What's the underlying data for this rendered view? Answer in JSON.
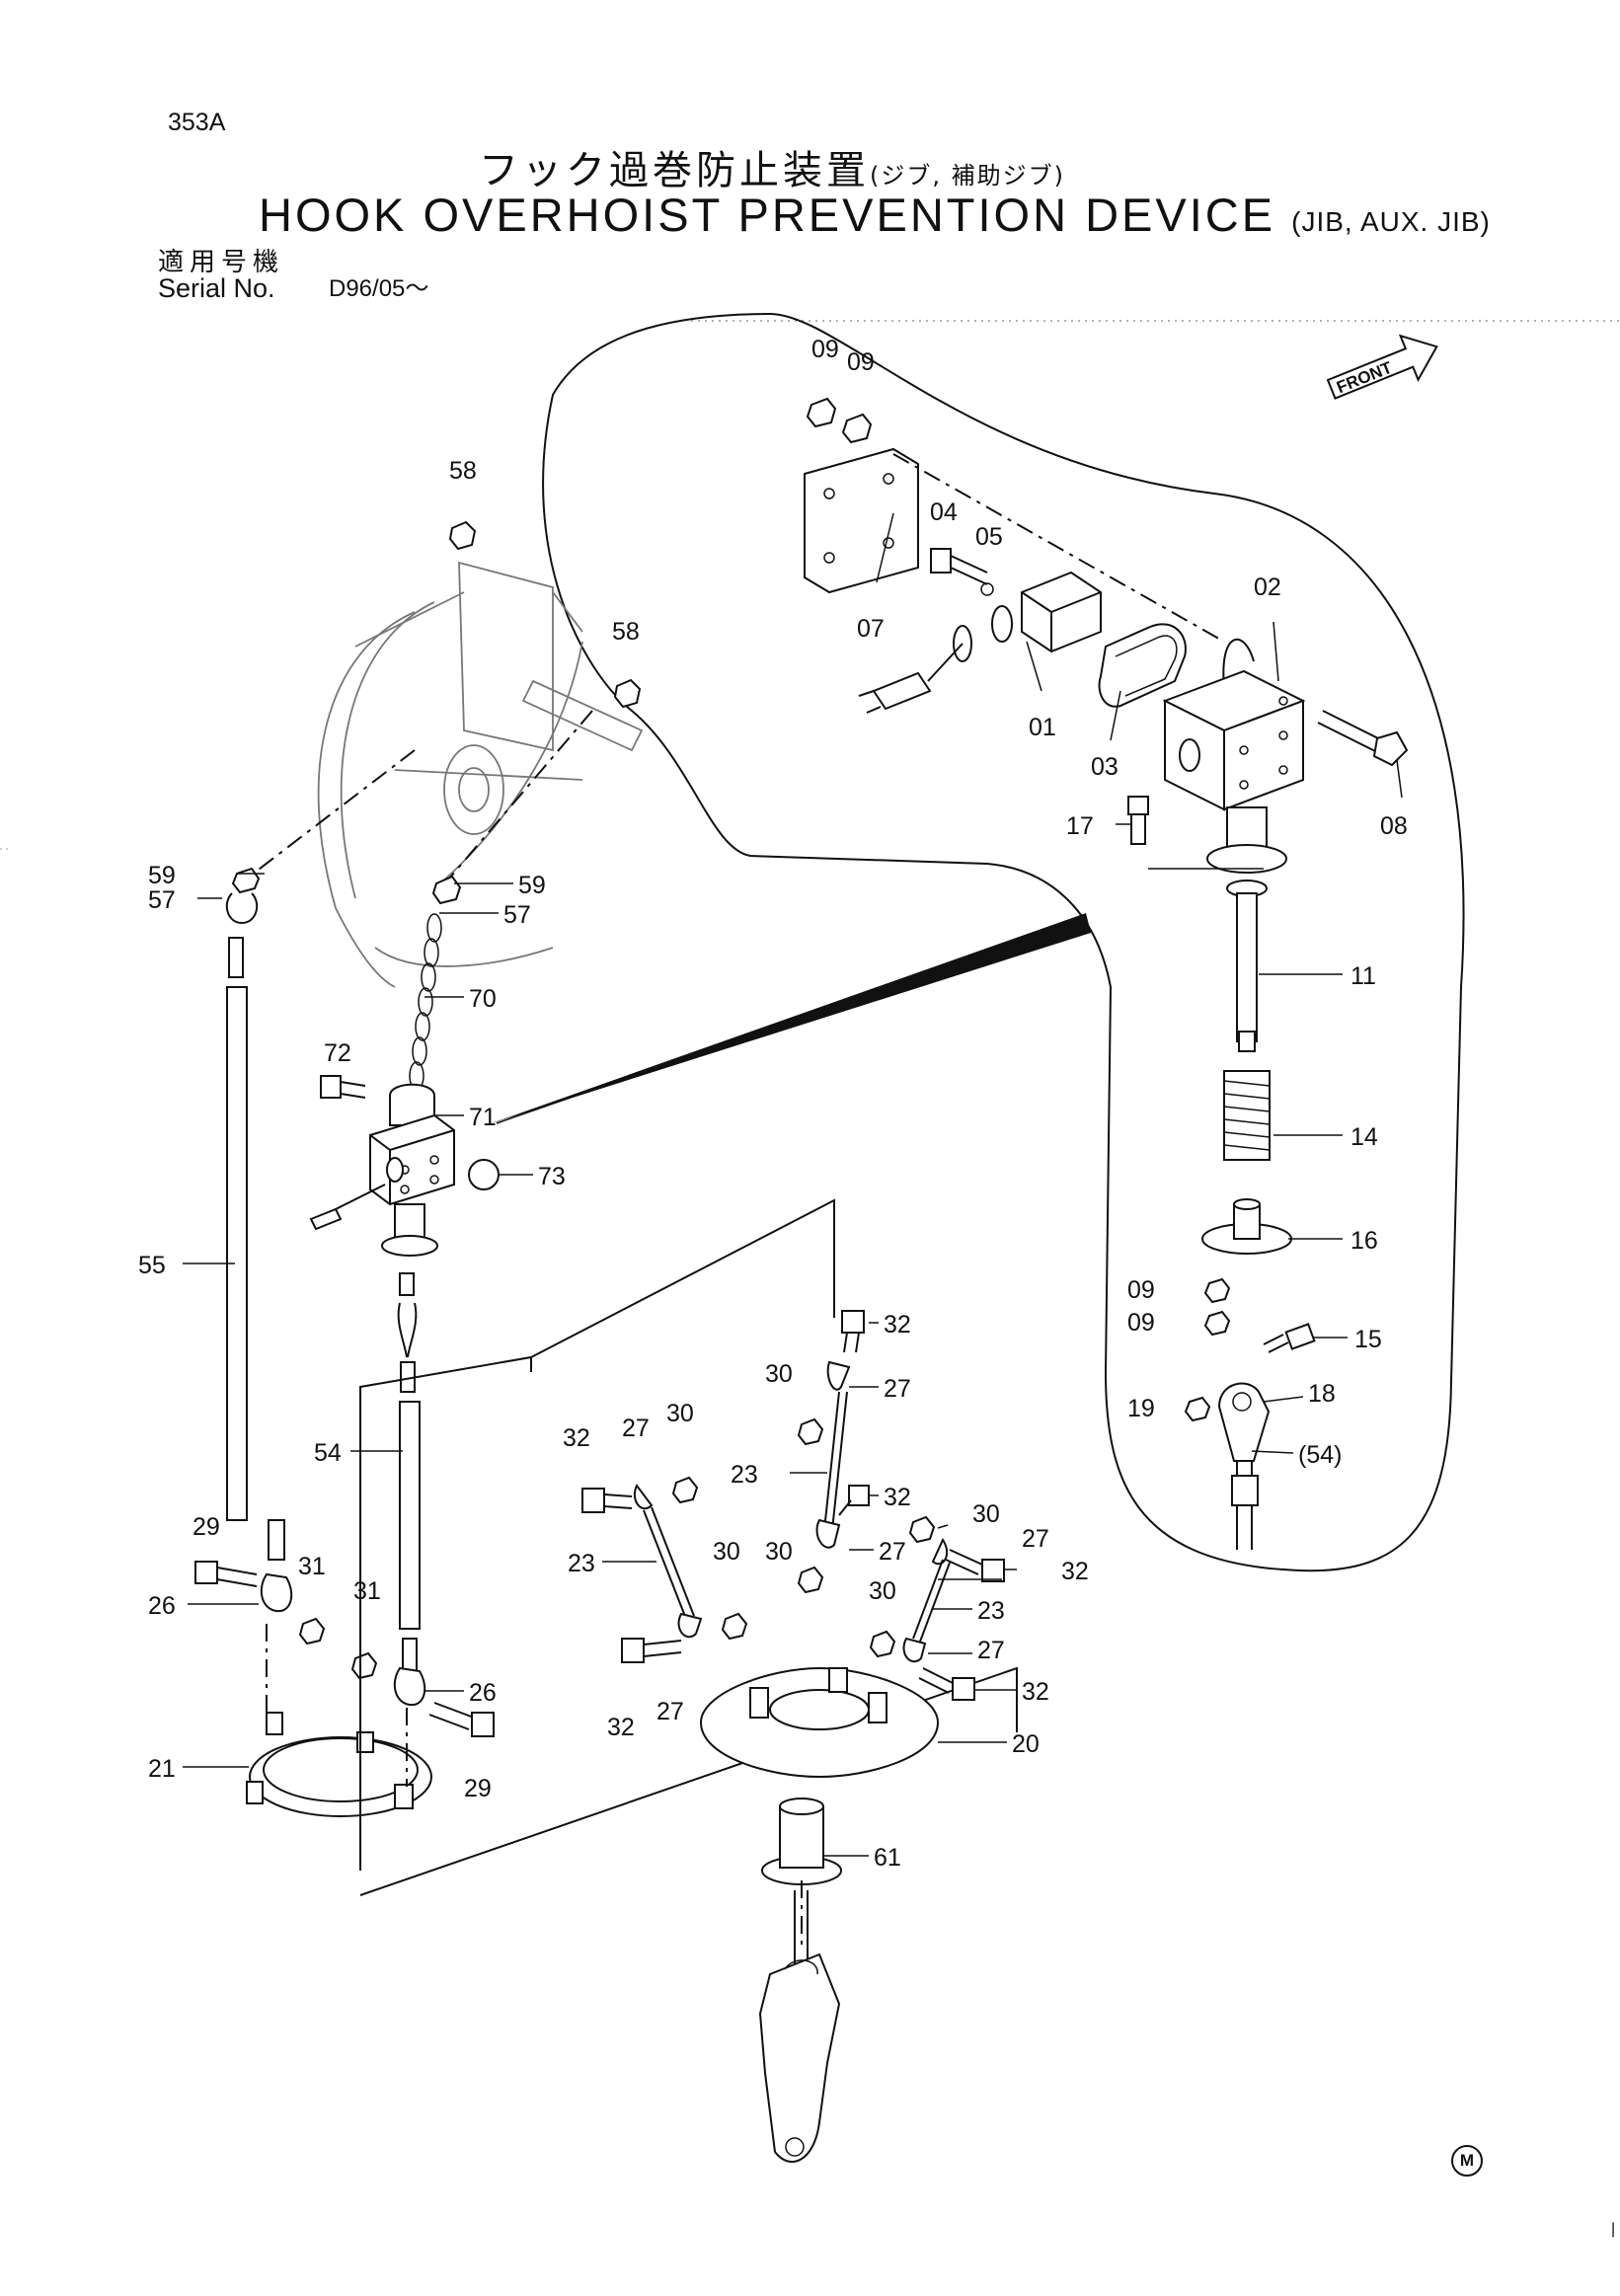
{
  "header": {
    "page_code": "353A",
    "title_jp": "フック過巻防止装置",
    "title_jp_sub": "(ジブ, 補助ジブ)",
    "title_en": "HOOK OVERHOIST PREVENTION DEVICE",
    "title_en_sub": "(JIB, AUX. JIB)",
    "serial_label_jp": "適用号機",
    "serial_label_en": "Serial No.",
    "serial_value": "D96/05～"
  },
  "front_label": "FRONT",
  "footer_mark": "M",
  "footer_tick": "|",
  "part_labels": [
    "09",
    "09",
    "07",
    "04",
    "05",
    "02",
    "01",
    "03",
    "08",
    "17",
    "11",
    "14",
    "16",
    "09",
    "09",
    "15",
    "19",
    "18",
    "(54)",
    "58",
    "58",
    "59",
    "57",
    "59",
    "57",
    "70",
    "72",
    "71",
    "73",
    "55",
    "54",
    "29",
    "31",
    "26",
    "31",
    "26",
    "29",
    "21",
    "32",
    "30",
    "27",
    "32",
    "27",
    "30",
    "23",
    "32",
    "23",
    "30",
    "30",
    "27",
    "30",
    "27",
    "32",
    "30",
    "23",
    "27",
    "32",
    "27",
    "32",
    "20",
    "61"
  ]
}
